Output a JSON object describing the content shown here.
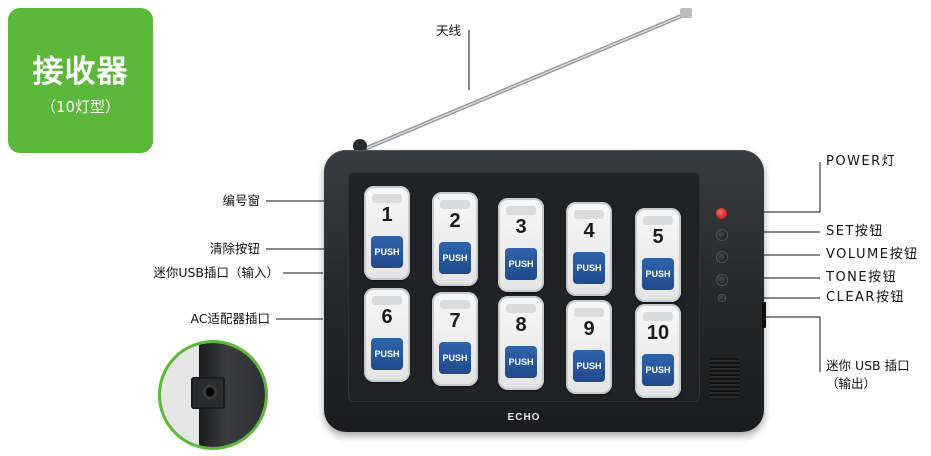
{
  "badge": {
    "title": "接收器",
    "subtitle": "（10灯型）"
  },
  "labels": {
    "antenna": "天线",
    "number_window": "编号窗",
    "clear_button_key": "清除按钮",
    "mini_usb_in": "迷你USB插口（输入）",
    "ac_adapter": "AC适配器插口",
    "power_led": "POWER灯",
    "set_button": "SET按钮",
    "volume_button": "VOLUME按钮",
    "tone_button": "TONE按钮",
    "clear_button": "CLEAR按钮",
    "mini_usb_out": "迷你 USB 插口",
    "mini_usb_out_sub": "（输出）"
  },
  "device": {
    "brand": "ECHO",
    "keys": [
      {
        "number": "1",
        "push": "PUSH"
      },
      {
        "number": "2",
        "push": "PUSH"
      },
      {
        "number": "3",
        "push": "PUSH"
      },
      {
        "number": "4",
        "push": "PUSH"
      },
      {
        "number": "5",
        "push": "PUSH"
      },
      {
        "number": "6",
        "push": "PUSH"
      },
      {
        "number": "7",
        "push": "PUSH"
      },
      {
        "number": "8",
        "push": "PUSH"
      },
      {
        "number": "9",
        "push": "PUSH"
      },
      {
        "number": "10",
        "push": "PUSH"
      }
    ]
  },
  "colors": {
    "badge_green": "#5cb83b",
    "push_blue": "#1f4a8c",
    "power_led_red": "#d40000"
  }
}
